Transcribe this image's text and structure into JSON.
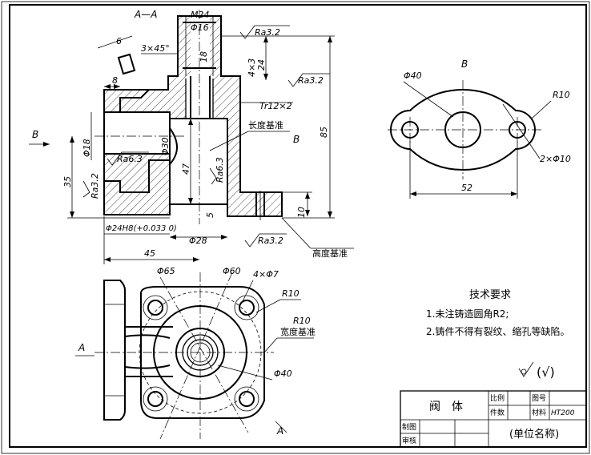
{
  "section_view": {
    "label": "A—A",
    "dims": {
      "m24": "M24",
      "phi16": "Φ16",
      "chamfer": "3×45°",
      "d18": "18",
      "d24": "24",
      "thread_4x3": "4×3",
      "d6": "6",
      "d8": "8",
      "phi18": "Φ18",
      "phi30": "Φ30",
      "d47": "47",
      "d5": "5",
      "d35": "35",
      "d85": "85",
      "d10": "10",
      "phi24h8": "Φ24H8(+0.033 0)",
      "phi28": "Φ28",
      "d45": "45",
      "tr12": "Tr12×2"
    },
    "roughness": {
      "ra32_a": "Ra3.2",
      "ra32_b": "Ra3.2",
      "ra63_a": "Ra6.3",
      "ra63_b": "Ra6.3",
      "ra32_c": "Ra3.2",
      "ra32_d": "Ra3.2"
    },
    "labels": {
      "length_datum": "长度基准",
      "height_datum": "高度基准",
      "b_right": "B",
      "b_arrow": "B"
    }
  },
  "view_b": {
    "label": "B",
    "dims": {
      "phi40": "Φ40",
      "r10": "R10",
      "holes": "2×Φ10",
      "d52": "52"
    }
  },
  "top_view": {
    "dims": {
      "phi65": "Φ65",
      "phi60": "Φ60",
      "holes": "4×Φ7",
      "r10_a": "R10",
      "r10_b": "R10",
      "phi40": "Φ40"
    },
    "labels": {
      "width_datum": "宽度基准",
      "a_left": "A",
      "a_right": "A"
    }
  },
  "tech_req": {
    "title": "技术要求",
    "item1": "1.未注铸造圆角R2;",
    "item2": "2.铸件不得有裂纹、缩孔等缺陷。"
  },
  "roughness_general": "(√)",
  "title_block": {
    "part_name": "阀　体",
    "scale_label": "比例",
    "drawing_no_label": "图号",
    "quantity_label": "件数",
    "material_label": "材料",
    "material_value": "HT200",
    "drawn_label": "制图",
    "checked_label": "审核",
    "company": "(单位名称)"
  }
}
